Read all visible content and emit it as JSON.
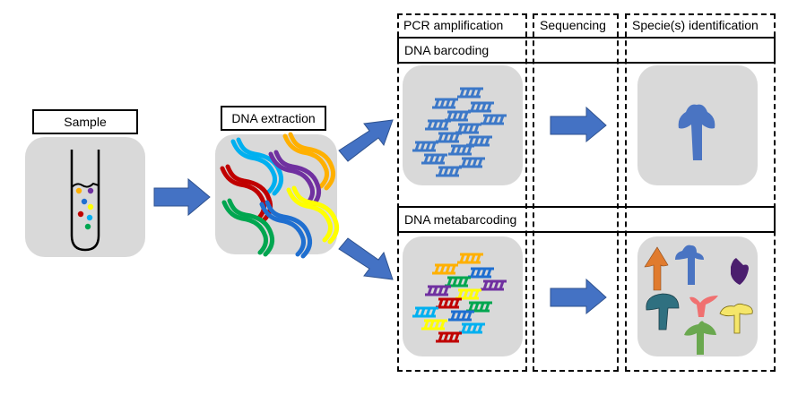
{
  "stages": {
    "sample": {
      "label": "Sample"
    },
    "extraction": {
      "label": "DNA extraction"
    }
  },
  "columns": [
    {
      "title": "PCR amplification"
    },
    {
      "title": "Sequencing"
    },
    {
      "title": "Specie(s) identification"
    }
  ],
  "rows": [
    {
      "label": "DNA barcoding"
    },
    {
      "label": "DNA metabarcoding"
    }
  ],
  "colors": {
    "arrow": "#4472c4",
    "panel": "#d9d9d9",
    "dna_blue": "#3c78c8",
    "dna_strands": [
      "#00b0f0",
      "#c00000",
      "#7030a0",
      "#ffb000",
      "#00a650",
      "#1f6fd0",
      "#ffff00"
    ],
    "fungi": [
      "#e07b2e",
      "#4a74c2",
      "#4b1e6e",
      "#2f7080",
      "#f07070",
      "#f5e66a",
      "#6aa84f"
    ]
  }
}
